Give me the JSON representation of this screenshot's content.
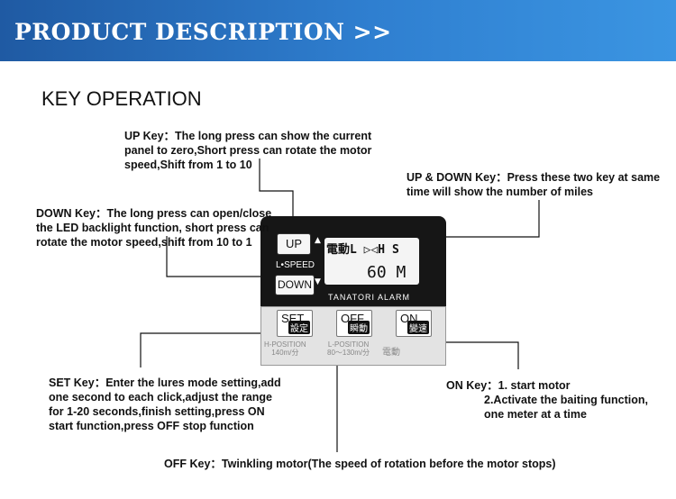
{
  "banner": {
    "title": "PRODUCT DESCRIPTION >>"
  },
  "section": {
    "title": "KEY OPERATION"
  },
  "notes": {
    "up": [
      "UP Key：The long press can show the current",
      "panel to zero,Short press can rotate the motor",
      "speed,Shift from 1 to 10"
    ],
    "updown": [
      "UP & DOWN Key：Press these two key at same",
      "time will show the number of miles"
    ],
    "down": [
      "DOWN Key：The long press can open/close",
      "the LED backlight function, short press can",
      " rotate the motor speed,shift from 10 to 1"
    ],
    "set": [
      "SET Key：Enter the lures mode setting,add",
      "one second to each click,adjust the range",
      "for 1-20 seconds,finish setting,press ON",
      "start function,press OFF stop function"
    ],
    "on": [
      "ON Key：1. start motor",
      "2.Activate the baiting function,",
      "one meter at a time"
    ],
    "off": [
      "OFF Key：Twinkling motor(The speed of rotation before the motor stops)"
    ]
  },
  "panel": {
    "lcd_line1": "電動L ▷◁H S",
    "lcd_line2": "60 M",
    "up": "UP",
    "down": "DOWN",
    "speed": "L•SPEED",
    "brand": "TANATORI ALARM",
    "set": "SET",
    "set_kanji": "設定",
    "off": "OFF",
    "off_kanji": "瞬動",
    "on": "ON",
    "on_kanji": "變速",
    "hpos": "H-POSITION",
    "hpos_sub": "140m/分",
    "lpos": "L-POSITION",
    "lpos_sub": "80〜130m/分",
    "denki": "電動"
  },
  "colors": {
    "banner_start": "#1f5aa3",
    "banner_end": "#3b95e2",
    "panel": "#161616"
  }
}
